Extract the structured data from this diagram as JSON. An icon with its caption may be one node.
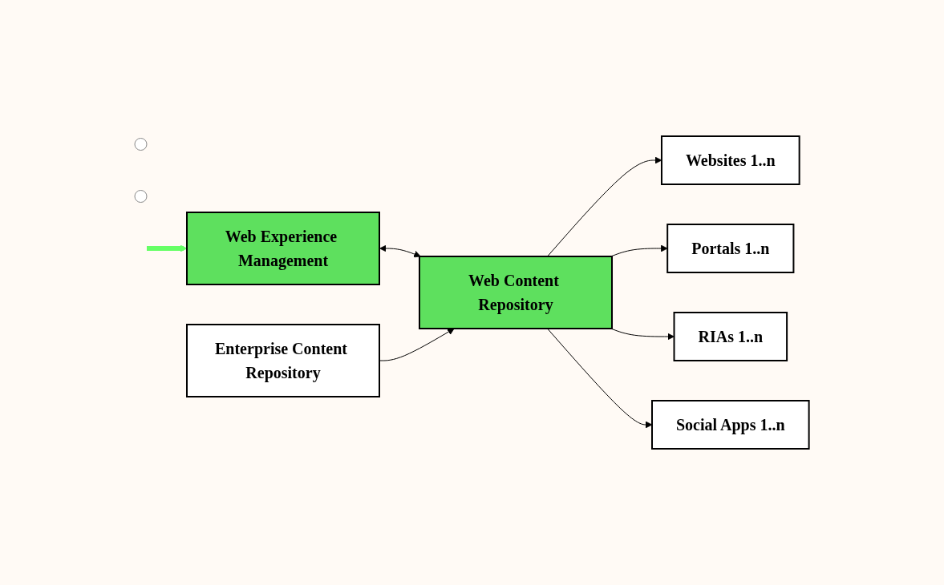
{
  "diagram": {
    "nodes": [
      {
        "text": [
          "Web Experience Management"
        ]
      },
      {
        "text": [
          "Enterprise Content Repository"
        ]
      },
      {
        "text": [
          "Web Content Repository"
        ]
      },
      {
        "text": [
          "Websites 1..n"
        ]
      },
      {
        "text": [
          "Portals 1..n"
        ]
      },
      {
        "text": [
          "RIAs 1..n"
        ]
      },
      {
        "text": [],
        "shape": "circle"
      },
      {
        "text": [],
        "shape": "circle"
      },
      {
        "text": [
          "Social Apps 1..n"
        ]
      }
    ],
    "edges": [
      {
        "from": null,
        "to": 0,
        "arrow": "to",
        "style": "thick",
        "color": "#66ff66"
      },
      {
        "from": 0,
        "to": 2,
        "arrow": "both"
      },
      {
        "from": 1,
        "to": 2,
        "arrow": "to"
      },
      {
        "from": 2,
        "to": 3,
        "arrow": "to"
      },
      {
        "from": 2,
        "to": 4,
        "arrow": "to"
      },
      {
        "from": 2,
        "to": 5,
        "arrow": "to"
      },
      {
        "from": 2,
        "to": 8,
        "arrow": "to"
      }
    ]
  }
}
